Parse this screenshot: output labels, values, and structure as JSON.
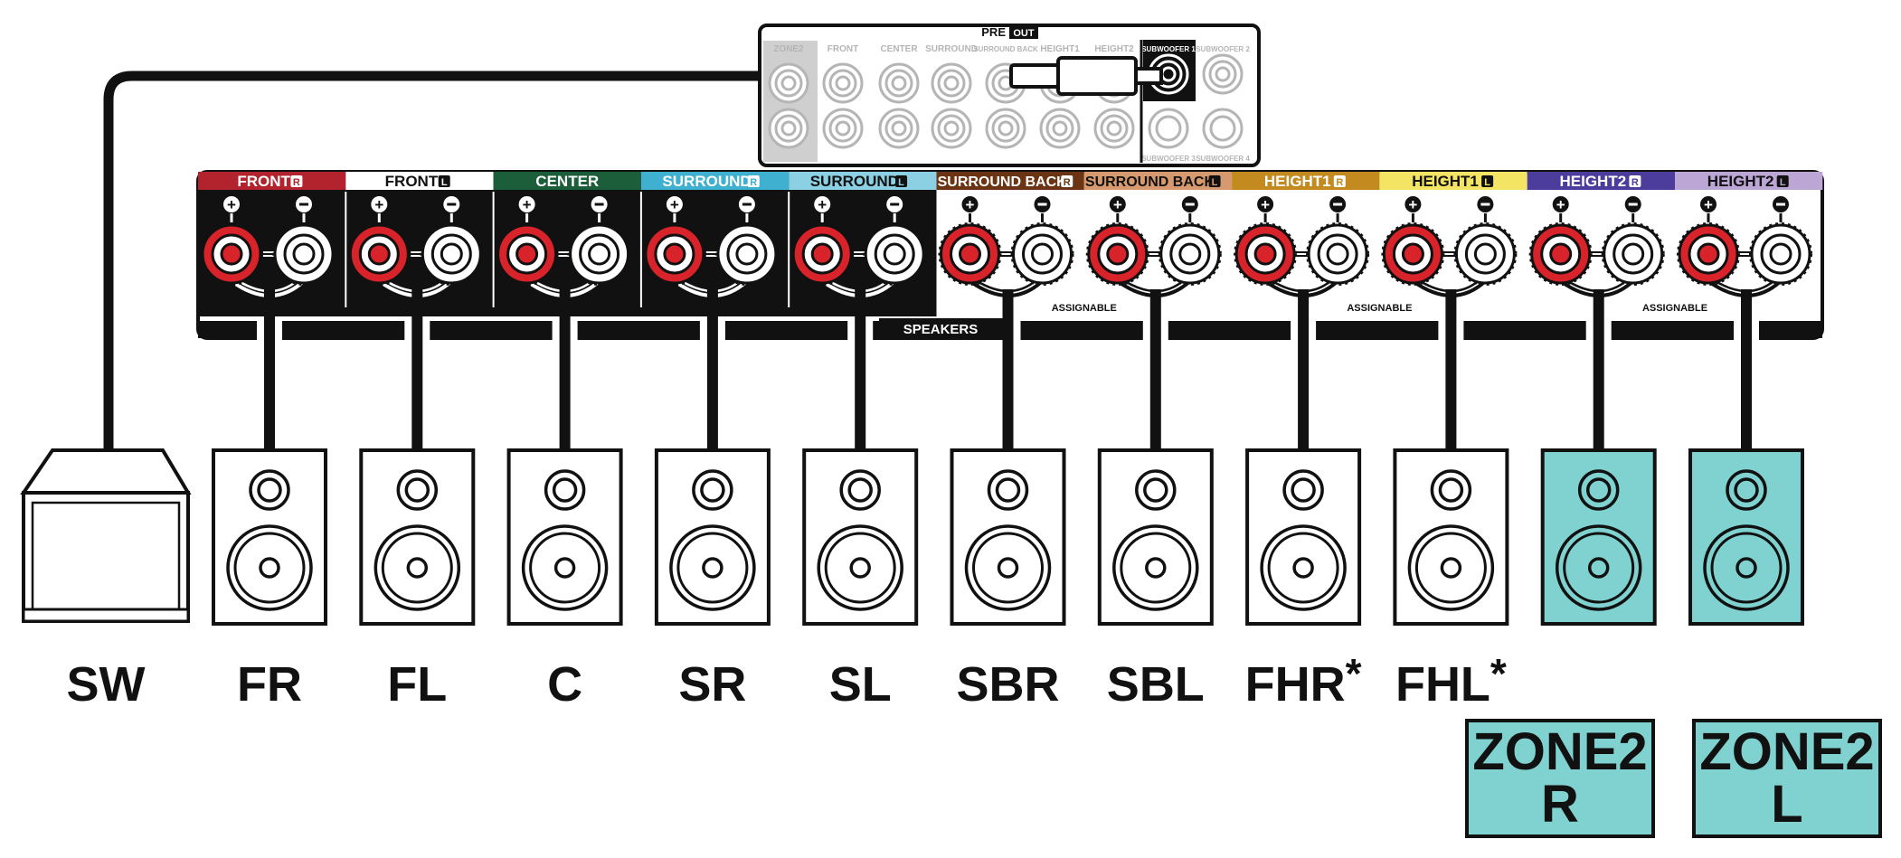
{
  "preout": {
    "title_pre": "PRE",
    "title_out": "OUT",
    "jacks": [
      "ZONE2",
      "FRONT",
      "CENTER",
      "SURROUND",
      "SURROUND BACK",
      "HEIGHT1",
      "HEIGHT2",
      "SUBWOOFER 1",
      "SUBWOOFER 2"
    ],
    "bottom_labels": [
      "SUBWOOFER 3",
      "SUBWOOFER 4"
    ]
  },
  "speaker_panel": {
    "channels": [
      {
        "name": "FRONT",
        "side": "R",
        "color": "#b2232e",
        "text_color": "#ffffff"
      },
      {
        "name": "FRONT",
        "side": "L",
        "color": "#ffffff",
        "text_color": "#111111"
      },
      {
        "name": "CENTER",
        "side": "",
        "color": "#1d5e3a",
        "text_color": "#ffffff"
      },
      {
        "name": "SURROUND",
        "side": "R",
        "color": "#3fb0cf",
        "text_color": "#ffffff"
      },
      {
        "name": "SURROUND",
        "side": "L",
        "color": "#8cd0e4",
        "text_color": "#111111"
      },
      {
        "name": "SURROUND BACK",
        "side": "R",
        "color": "#6b3514",
        "text_color": "#ffffff"
      },
      {
        "name": "SURROUND BACK",
        "side": "L",
        "color": "#d79a6e",
        "text_color": "#111111"
      },
      {
        "name": "HEIGHT1",
        "side": "R",
        "color": "#c28a1f",
        "text_color": "#ffffff"
      },
      {
        "name": "HEIGHT1",
        "side": "L",
        "color": "#f3e463",
        "text_color": "#111111"
      },
      {
        "name": "HEIGHT2",
        "side": "R",
        "color": "#4c3c9c",
        "text_color": "#ffffff"
      },
      {
        "name": "HEIGHT2",
        "side": "L",
        "color": "#bba6d6",
        "text_color": "#111111"
      }
    ],
    "speakers_label": "SPEAKERS",
    "assignable_label": "ASSIGNABLE"
  },
  "speakers": [
    {
      "label": "FR",
      "zone": false
    },
    {
      "label": "FL",
      "zone": false
    },
    {
      "label": "C",
      "zone": false
    },
    {
      "label": "SR",
      "zone": false
    },
    {
      "label": "SL",
      "zone": false
    },
    {
      "label": "SBR",
      "zone": false
    },
    {
      "label": "SBL",
      "zone": false
    },
    {
      "label": "FHR",
      "asterisk": "*",
      "zone": false
    },
    {
      "label": "FHL",
      "asterisk": "*",
      "zone": false
    },
    {
      "label": "",
      "zone": true
    },
    {
      "label": "",
      "zone": true
    }
  ],
  "subwoofer": {
    "label": "SW"
  },
  "zone_boxes": [
    {
      "line1": "ZONE2",
      "line2": "R"
    },
    {
      "line1": "ZONE2",
      "line2": "L"
    }
  ],
  "colors": {
    "terminal_red": "#d8232a",
    "zone_fill": "#7fd2cf",
    "panel_black": "#111111"
  }
}
